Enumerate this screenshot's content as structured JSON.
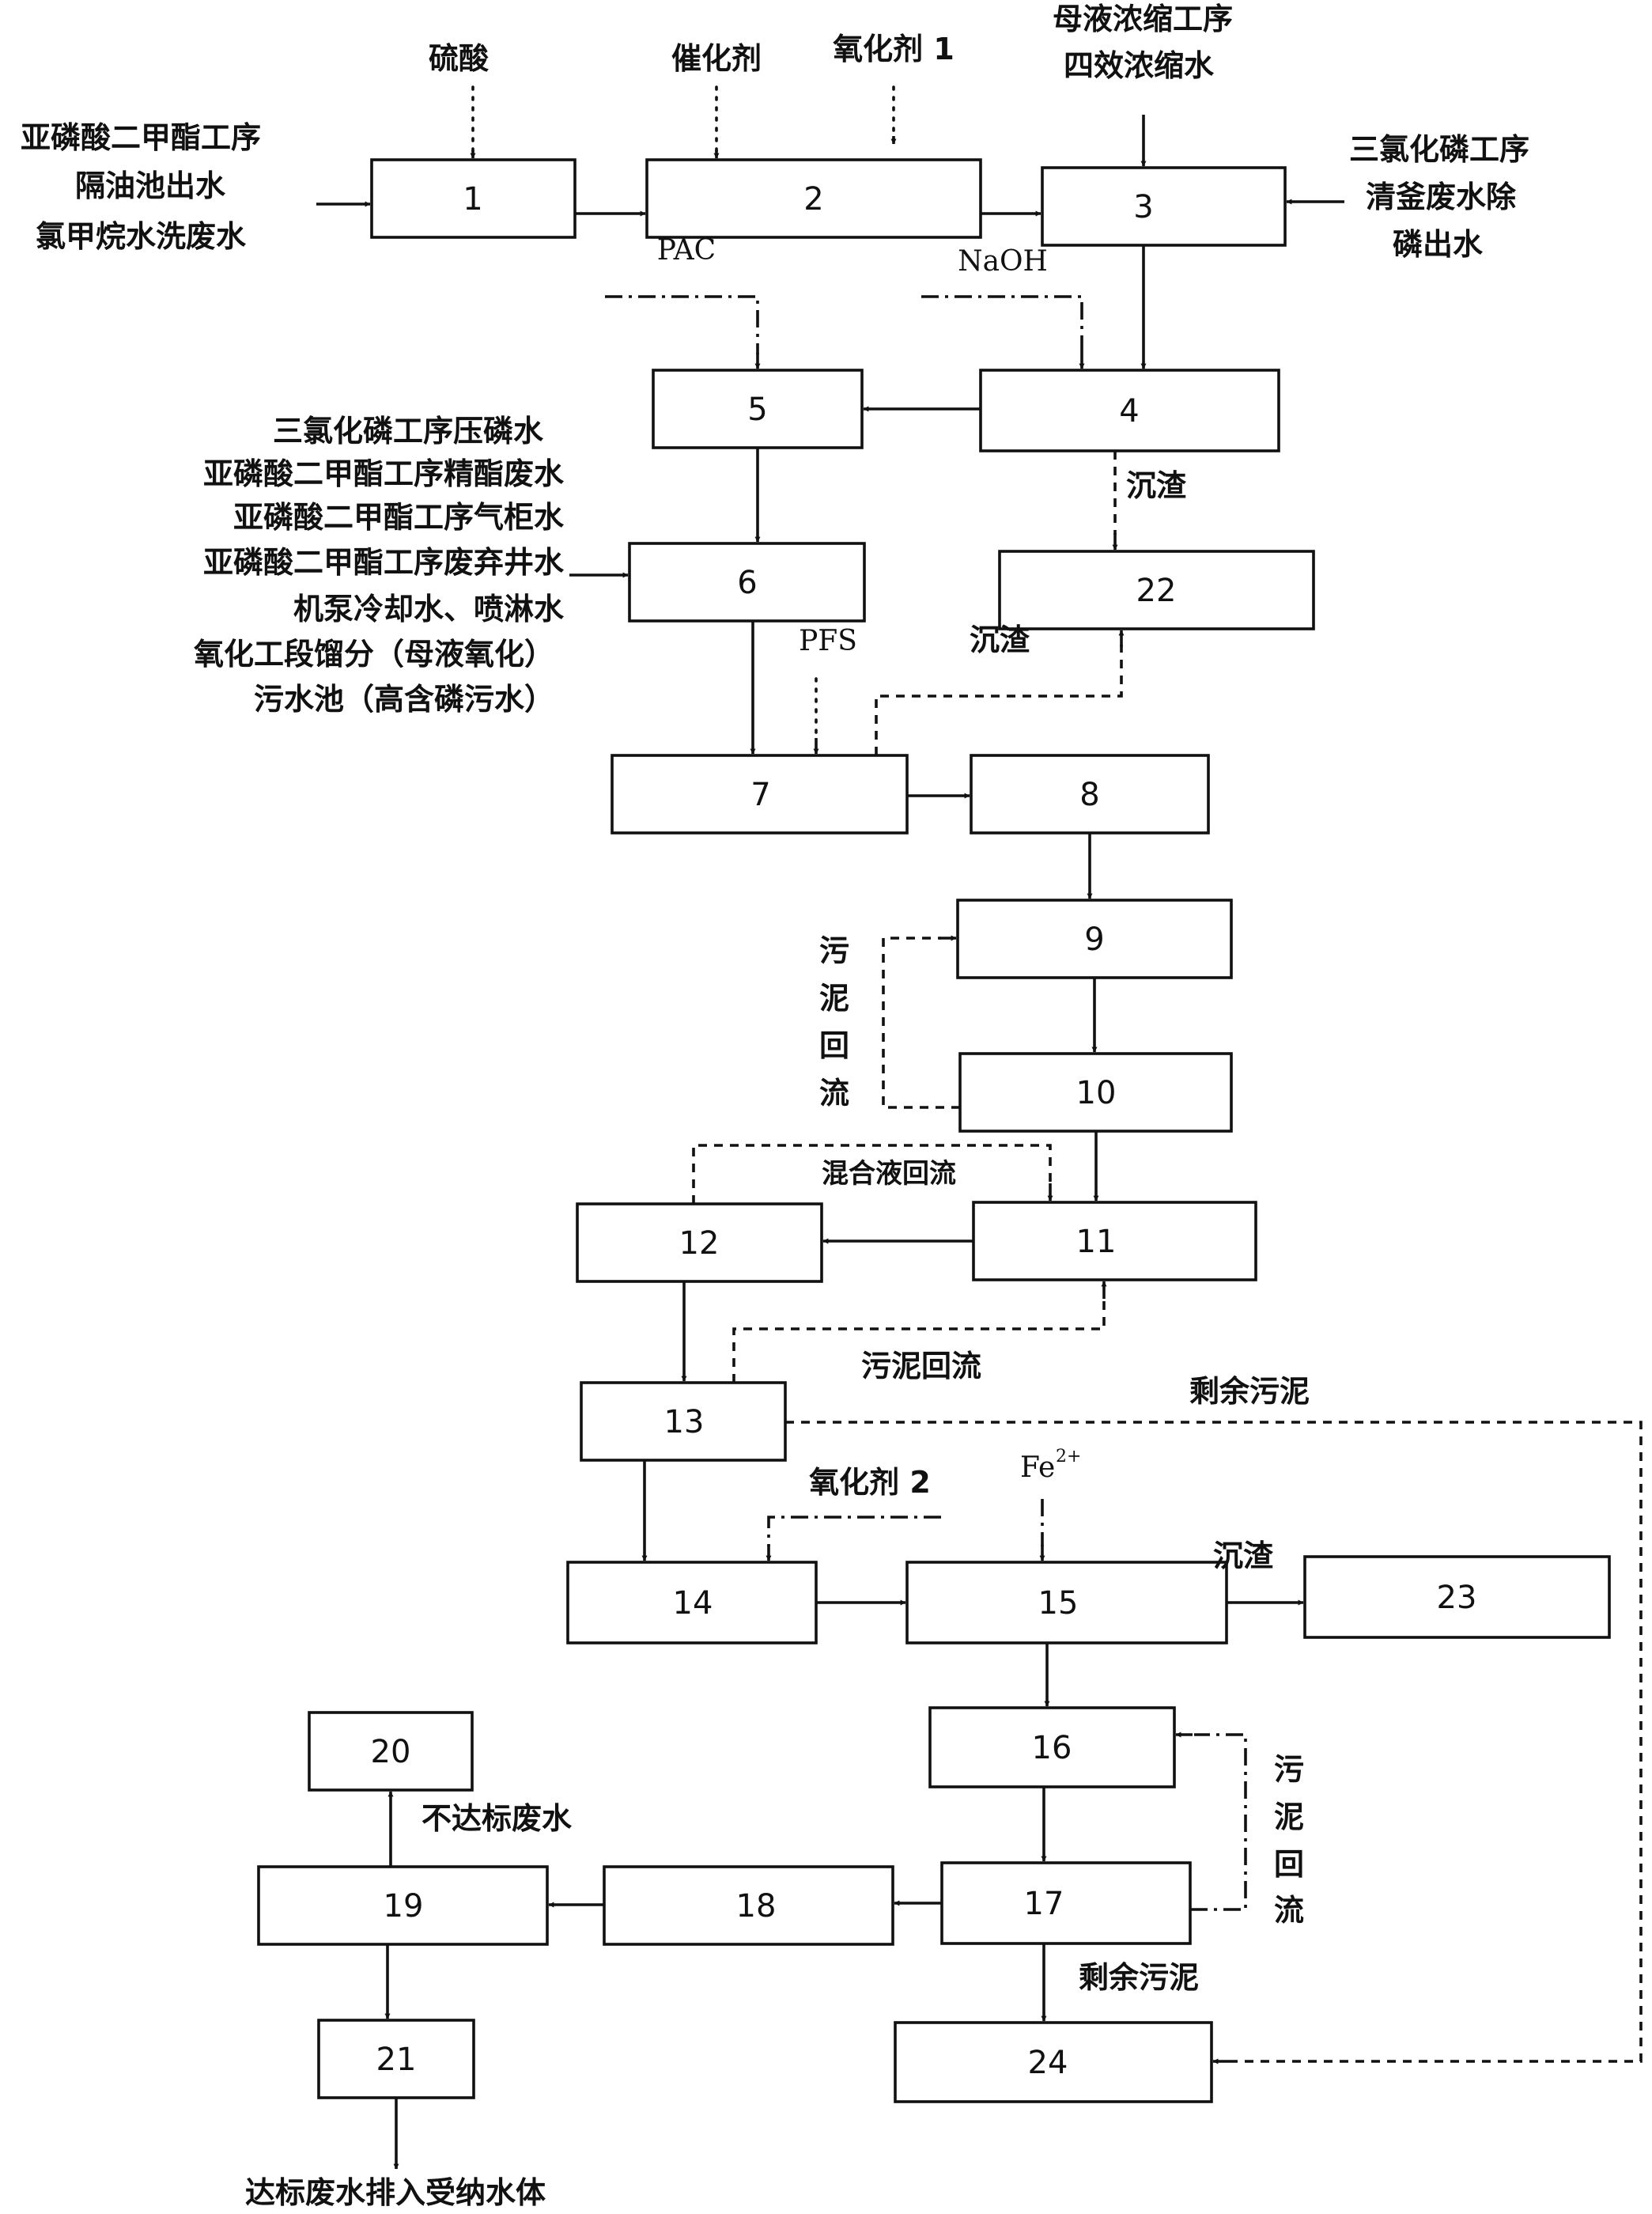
{
  "boxes": {
    "b1": "1",
    "b2": "2",
    "b3": "3",
    "b4": "4",
    "b5": "5",
    "b6": "6",
    "b7": "7",
    "b8": "8",
    "b9": "9",
    "b10": "10",
    "b11": "11",
    "b12": "12",
    "b13": "13",
    "b14": "14",
    "b15": "15",
    "b16": "16",
    "b17": "17",
    "b18": "18",
    "b19": "19",
    "b20": "20",
    "b21": "21",
    "b22": "22",
    "b23": "23",
    "b24": "24"
  },
  "labels": {
    "sulfuric_acid": "硫酸",
    "catalyst": "催化剂",
    "oxidant1": "氧化剂 1",
    "mother_liquor_line1": "母液浓缩工序",
    "mother_liquor_line2": "四效浓缩水",
    "input_left_line1": "亚磷酸二甲酯工序",
    "input_left_line2": "隔油池出水",
    "input_left_line3": "氯甲烷水洗废水",
    "input_right_line1": "三氯化磷工序",
    "input_right_line2": "清釜废水除",
    "input_right_line3": "磷出水",
    "pac": "PAC",
    "naoh": "NaOH",
    "sediment": "沉渣",
    "input6_line1": "三氯化磷工序压磷水",
    "input6_line2": "亚磷酸二甲酯工序精酯废水",
    "input6_line3": "亚磷酸二甲酯工序气柜水",
    "input6_line4": "亚磷酸二甲酯工序废弃井水",
    "input6_line5": "机泵冷却水、喷淋水",
    "input6_line6": "氧化工段馏分（母液氧化）",
    "input6_line7": "污水池（高含磷污水）",
    "pfs": "PFS",
    "sludge_return_chars": [
      "污",
      "泥",
      "回",
      "流"
    ],
    "mixed_liquor_return": "混合液回流",
    "sludge_return": "污泥回流",
    "excess_sludge": "剩余污泥",
    "oxidant2": "氧化剂 2",
    "fe_base": "Fe",
    "fe_sup": "2+",
    "substandard": "不达标废水",
    "discharge": "达标废水排入受纳水体"
  }
}
